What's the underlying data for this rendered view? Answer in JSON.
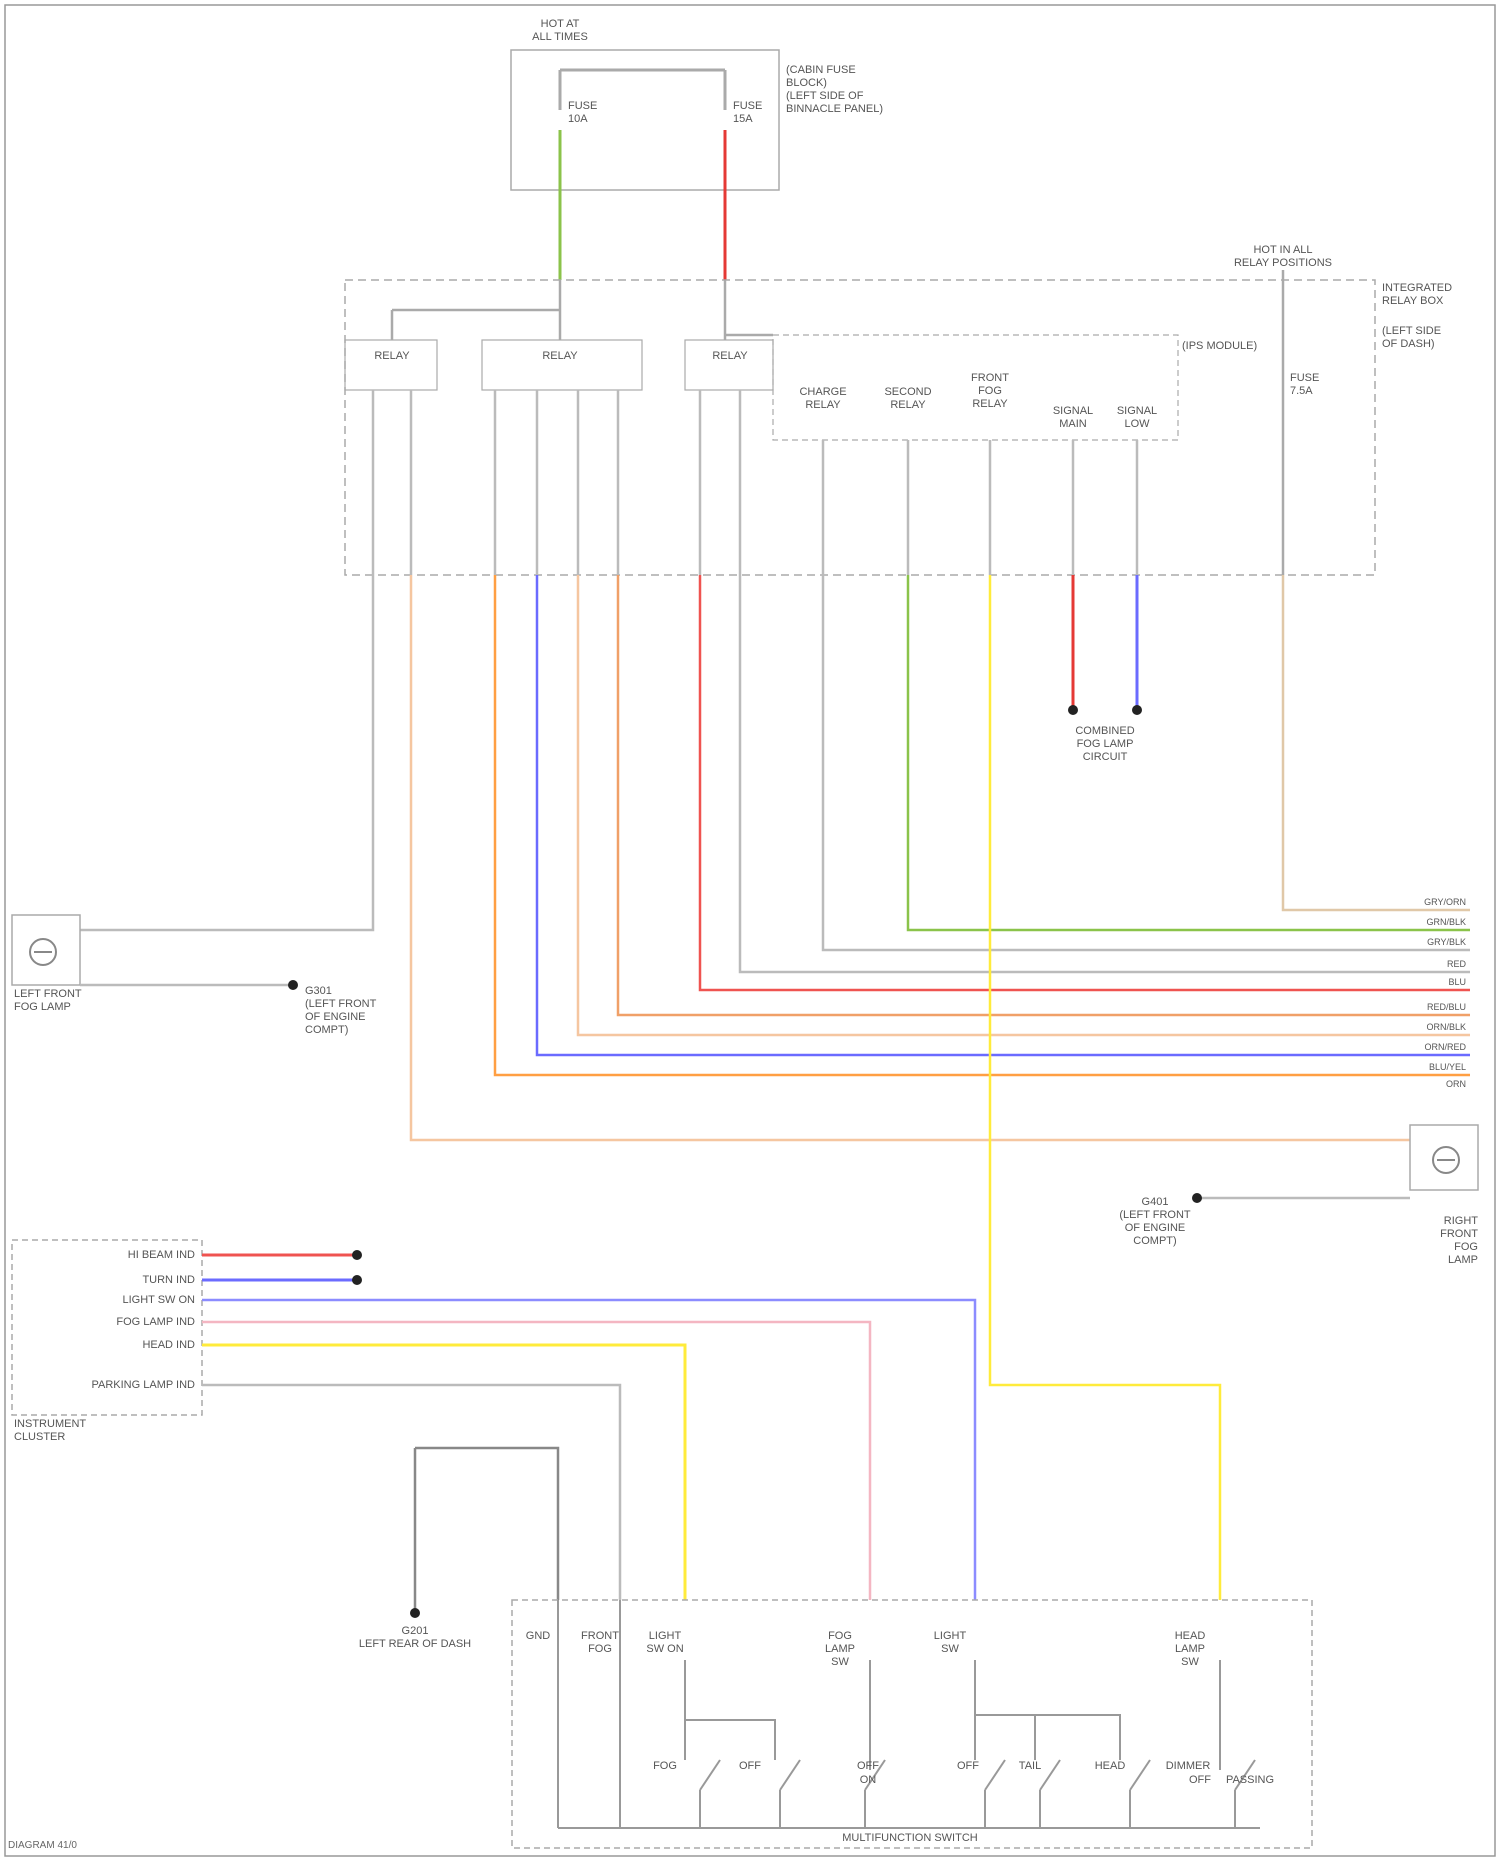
{
  "diagram": {
    "fuse_block_title": "HOT AT\nALL TIMES",
    "fuse_block_desc": "(CABIN FUSE\nBLOCK)\n(LEFT SIDE OF\nBINNACLE PANEL)",
    "fuse_a": "FUSE\n10A",
    "fuse_b": "FUSE\n15A",
    "module_title": "INTEGRATED\nRELAY BOX",
    "module_desc": "(LEFT SIDE\nOF DASH)",
    "module_hot": "HOT IN ALL\nRELAY POSITIONS",
    "relay1": "RELAY",
    "relay2": "RELAY",
    "relay3": "RELAY",
    "sub_module": "(IPS MODULE)",
    "sub_outputs": [
      "CHARGE\nRELAY",
      "SECOND\nRELAY",
      "FRONT\nFOG\nRELAY",
      "SIGNAL\nMAIN",
      "SIGNAL\nLOW"
    ],
    "fuse_right": "FUSE\n7.5A",
    "connection_label": "COMBINED\nFOG LAMP\nCIRCUIT",
    "left_lamp": "LEFT FRONT\nFOG LAMP",
    "left_ground": "G301\n(LEFT FRONT\nOF ENGINE\nCOMPT)",
    "right_lamp": "RIGHT FRONT\nFOG LAMP",
    "right_ground": "G401\n(LEFT FRONT\nOF ENGINE\nCOMPT)",
    "cluster": "INSTRUMENT\nCLUSTER",
    "cluster_inputs": [
      "HI BEAM IND",
      "TURN IND",
      "LIGHT SW ON",
      "FOG LAMP IND",
      "HEAD IND",
      "PARKING LAMP IND"
    ],
    "left_ground2": "G201\nLEFT REAR OF DASH",
    "switch_title": "MULTIFUNCTION SWITCH",
    "switch_terms": [
      "GND",
      "FRONT\nFOG",
      "LIGHT\nSW ON",
      "FOG\nLAMP\nSW",
      "LIGHT\nSW",
      "HEAD\nLAMP\nSW"
    ],
    "switch_pos": [
      "FOG",
      "OFF",
      "OFF",
      "ON",
      "OFF",
      "TAIL",
      "HEAD",
      "OFF",
      "DIMMER",
      "PASSING"
    ],
    "right_wire_colors": [
      "GRY/ORN",
      "GRN/BLK",
      "GRY/BLK",
      "RED",
      "BLU",
      "RED/BLU",
      "ORN/BLK",
      "ORN/RED",
      "BLU/YEL",
      "ORN"
    ],
    "footer": "DIAGRAM 41/0"
  }
}
